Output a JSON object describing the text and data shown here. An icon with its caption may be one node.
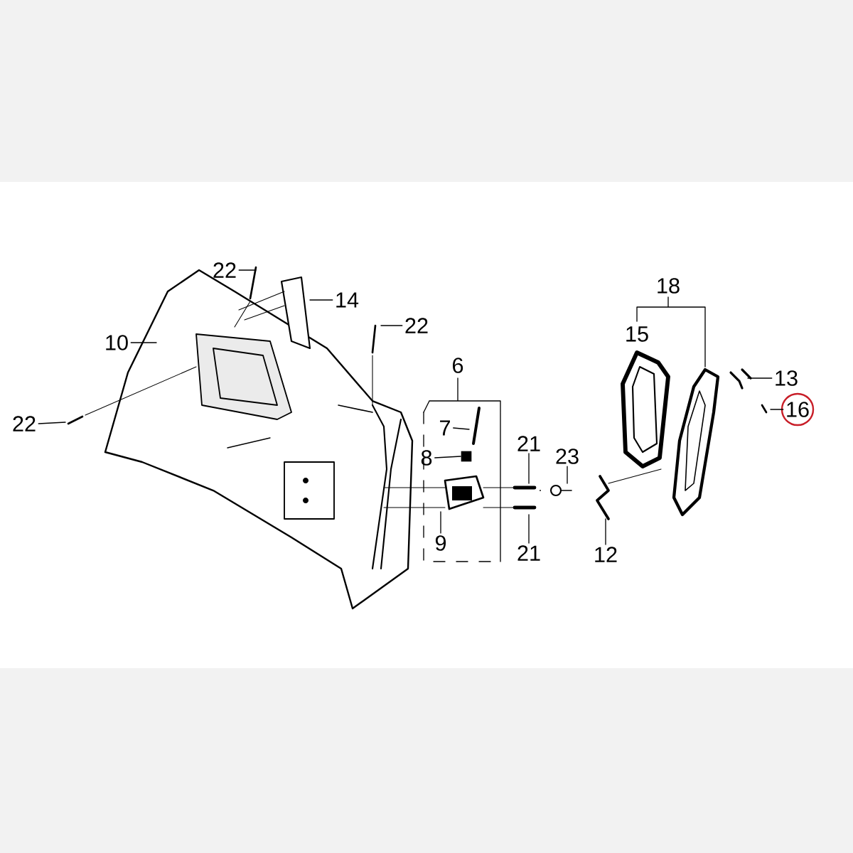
{
  "diagram": {
    "nodes": [
      {
        "text": [
          "22"
        ]
      },
      {
        "text": [
          "14"
        ]
      },
      {
        "text": [
          "22"
        ]
      },
      {
        "text": [
          "10"
        ]
      },
      {
        "text": [
          "22"
        ]
      },
      {
        "text": [
          "6"
        ]
      },
      {
        "text": [
          "7"
        ]
      },
      {
        "text": [
          "8"
        ]
      },
      {
        "text": [
          "9"
        ]
      },
      {
        "text": [
          "21"
        ]
      },
      {
        "text": [
          "21"
        ]
      },
      {
        "text": [
          "23"
        ]
      },
      {
        "text": [
          "12"
        ]
      },
      {
        "text": [
          "18"
        ]
      },
      {
        "text": [
          "15"
        ]
      },
      {
        "text": [
          "13"
        ]
      },
      {
        "text": [
          "16"
        ]
      },
      {
        "text": [],
        "shape": "box"
      }
    ],
    "edges": [
      {
        "from": 0,
        "to": null,
        "arrow": "none"
      },
      {
        "from": 1,
        "to": null,
        "arrow": "none"
      },
      {
        "from": 2,
        "to": null,
        "arrow": "none"
      },
      {
        "from": 3,
        "to": null,
        "arrow": "none"
      },
      {
        "from": 4,
        "to": null,
        "arrow": "none"
      },
      {
        "from": 6,
        "to": null,
        "arrow": "none"
      },
      {
        "from": 7,
        "to": 17,
        "arrow": "none"
      },
      {
        "from": 8,
        "to": null,
        "arrow": "none"
      },
      {
        "from": 9,
        "to": null,
        "arrow": "none"
      },
      {
        "from": 10,
        "to": null,
        "arrow": "none"
      },
      {
        "from": 11,
        "to": null,
        "arrow": "none"
      },
      {
        "from": 12,
        "to": null,
        "arrow": "none"
      },
      {
        "from": 15,
        "to": null,
        "arrow": "none"
      },
      {
        "from": 16,
        "to": null,
        "arrow": "none"
      }
    ]
  }
}
